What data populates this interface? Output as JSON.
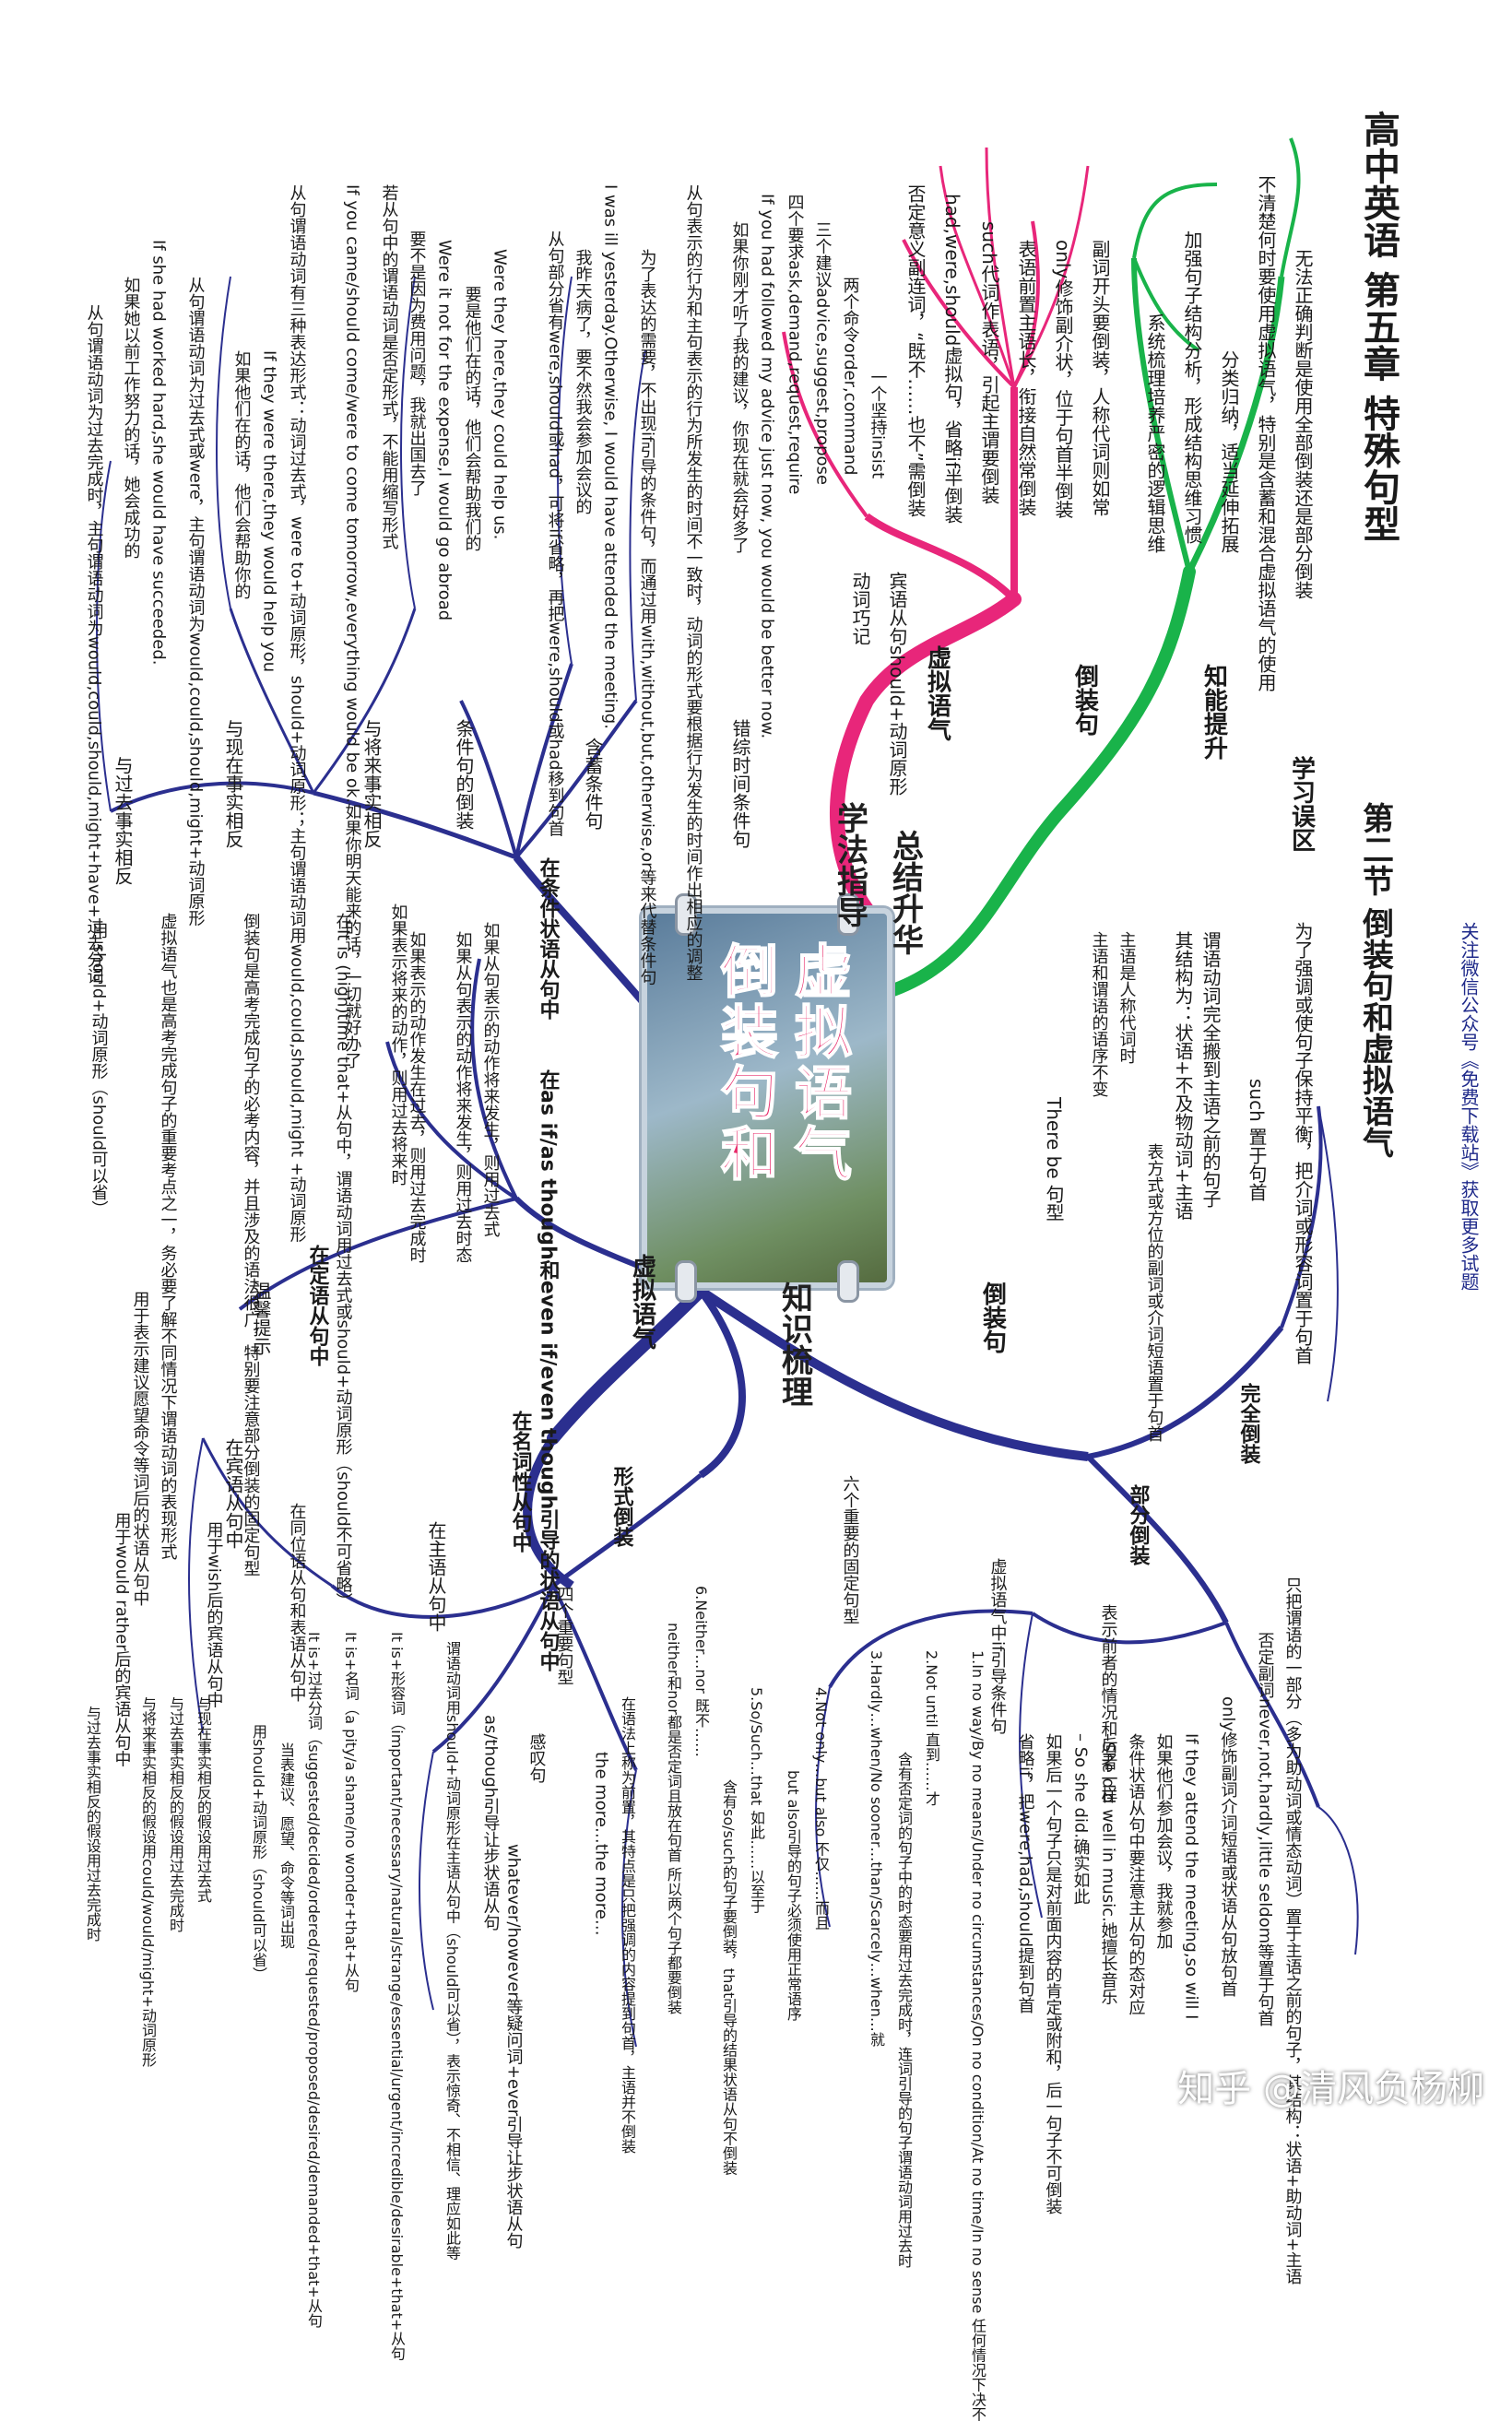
{
  "header": {
    "main_title": "高中英语 第五章 特殊句型",
    "section": "第二节 倒装句和虚拟语气",
    "notice": "关注微信公众号《免费下载站》获取更多试题"
  },
  "center": {
    "title_line1": "倒装句和",
    "title_line2": "虚拟语气"
  },
  "main_branches": {
    "summary": "总结升华",
    "method": "学法指导",
    "knowledge": "知识梳理"
  },
  "learning_area": {
    "label": "学习误区",
    "text1": "无法正确判断是使用全部倒装还是部分倒装",
    "text2": "不清楚何时要使用虚拟语气，特别是含蓄和混合虚拟语气的使用"
  },
  "skill": {
    "label": "知能提升",
    "text1": "加强句子结构分析，形成结构思维习惯",
    "text2": "分类归纳，适当延伸拓展",
    "text3": "系统梳理培养严密的逻辑思维"
  },
  "inversion_method": {
    "label": "倒装句",
    "items": [
      "副词开头要倒装，人称代词则如常",
      "only修饰副介状，位于句首半倒装",
      "表语前置主语长，衔接自然常倒装",
      "such代词作表语，引起主谓要倒装",
      "had,were,should虚拟句，省略if半倒装",
      "否定意义副连词，“既不……也不”需倒装"
    ]
  },
  "subjunctive_method": {
    "label": "虚拟语气",
    "leaf1": "宾语从句should+动词原形",
    "leaf1b": "动词巧记",
    "group1": [
      "一个坚持insist",
      "两个命令order,command",
      "三个建议advice,suggest,propose",
      "四个要求ask,demand,request,require"
    ],
    "leaf2": "错综时间条件句",
    "text2": [
      "If you had followed my advice just now, you would be better now.",
      "如果你刚才听了我的建议，你现在就会好多了",
      "从句表示的行为和主句表示的行为所发生的时间不一致时，动词的形式要根据行为发生的时间作出相应的调整"
    ],
    "leaf3": "含蓄条件句",
    "text3": [
      "为了表达的需要，不出现if引导的条件句，而通过用with,without,but,otherwise,or等来代替条件句",
      "I was ill yesterday.Otherwise, I would have attended the meeting.",
      "我昨天病了，要不然我会参加会议的",
      "从句部分省有were,should或had，可将if省略，再把were,should或had移到句首"
    ],
    "leaf4": "条件句的倒装",
    "text4": [
      "Were they here,they could help us.",
      "要是他们在的话，他们会帮助我们的",
      "Were it not for the expense,I would go abroad",
      "要不是因为费用问题，我就出国去了",
      "若从句中的谓语动词是否定形式，不能用缩写形式"
    ],
    "leaf5": "与将来事实相反",
    "text5": [
      "If you came/should come/were to come tomorrow,everything would be ok.如果你明天能来的话，一切就好办了",
      "从句谓语动词有三种表达形式：动词过去式，were to+动词原形，should+动词原形；主句谓语动词用would,could,should,might +动词原形"
    ],
    "leaf6": "与现在事实相反",
    "text6": [
      "If they were there,they would help you",
      "如果他们在的话，他们会帮助你的",
      "从句谓语动词为过去式或were，主句谓语动词为would,could,should,might+动词原形"
    ],
    "leaf7": "与过去事实相反",
    "text7": [
      "If she had worked hard,she would have succeeded.",
      "如果她以前工作努力的话，她会成功的",
      "从句谓语动词为过去完成时，主句谓语动词为would,could,should,might+have+过去分词"
    ]
  },
  "summary": {
    "intro": "为了强调或使句子保持平衡，把介词或形容词置于句首",
    "line2": "谓语动词完全搬到主语之前的句子",
    "line3": "其结构为：状语+不及物动词+主语",
    "line4": "主语是人称代词时",
    "line5": "主语和谓语的语序不变",
    "such": "such 置于句首",
    "there": "There be 句型",
    "method": "表方式或方位的副词或介词短语置于句首",
    "inversion": "倒装句",
    "full": "完全倒装",
    "partial": "部分倒装",
    "partial_intro": "只把谓语的一部分（多为助动词或情态动词）置于主语之前的句子，其结构：状语+助动词+主语"
  },
  "partial_items": {
    "neg": "否定副词never,not,hardly,little seldom等置于句首",
    "only": "only修饰副词介词短语或状语从句放句首",
    "if_they": "If they attend the meeting,so will I",
    "if_they_cn": "如果他们参加会议，我就参加",
    "cond": "条件状语从句中要注意主从句的态对应",
    "she_did": "–She did well in music.她擅长音乐",
    "so_she": "– So she did.确实如此",
    "express": "表示前者的情况和后者一样",
    "subj_if": "虚拟语气中if引导条件句",
    "subj_if_text": "如果后一个句子只是对前面内容的肯定或附和，后一句子不可倒装",
    "omit": "省略if，把were,had,should提到句首",
    "six": "六个重要的固定句型",
    "fixed": [
      "1.In no way/By no means/Under no circumstances/On no condition/At no time/In no sense 任何情况下决不",
      "2.Not until 直到……才",
      "含有否定词的句子中的时态要用过去完成时，连词引导的句子谓语动词用过去时",
      "3.Hardly…when/No sooner…than/Scarcely…when…就",
      "4.Not only…but also 不仅……而且",
      "but also引导的句子必须使用正常语序",
      "5.So/Such…that 如此……以至于",
      "含有so/such的句子要倒装，that引导的结果状语从句不倒装",
      "6.Neither…nor 既不……",
      "neither和nor都是否定词且放在句首 所以两个句子都要倒装"
    ]
  },
  "formal": {
    "label": "形式倒装",
    "four": "四个重要句型",
    "the_more": "the more…the more…",
    "the_more_cn": "在语法上称为前置，其特点是只把强调的内容提到句首，主语并不倒装",
    "though": "as/though引导让步状语从句",
    "exclam": "感叹句",
    "whatever": "whatever/however等疑问词+ever引导让步状语从句"
  },
  "subjunctive_knowledge": {
    "label": "虚拟语气",
    "noun_clause": "在名词性从句中",
    "subject": "在主语从句中",
    "subj_items": [
      "It is+形容词（important/necessary/natural/strange/essential/urgent/incredible/desirable+that+从句",
      "谓语动词用should+动词原形在主语从句中（should可以省），表示惊奇、不相信、理应如此等",
      "It is+名词（a pity/a shame/no wonder+that+从句",
      "It is+过去分词（suggested/decided/ordered/requested/proposed/desired/demanded+that+从句",
      "用should+动词原形（should可以省）",
      "当表建议、愿望、命令等词出现"
    ],
    "appos": "在同位语从句和表语从句中",
    "object": "在宾语从句中",
    "wish": "用于wish后的宾语从句中",
    "wish_items": [
      "与现在事实相反的假设用过去式",
      "与过去事实相反的假设用过去完成时",
      "与将来事实相反的假设用could/would/might+动词原形"
    ],
    "rather": "用于would rather后的宾语从句中",
    "rather_items": [
      "与过去事实相反的假设用过去完成时"
    ],
    "suggest": "用于表示建议愿望命令等词后的状语从句中",
    "suggest_text": "用 should+动词原形（should可以省）",
    "reminder": "温馨提示",
    "reminder_text": "虚拟语气也是高考完成句子的重要考点之一，务必要了解不同情况下谓语动词的表现形式",
    "as_if": "在as if/as though和even if/even though引导的状语从句中",
    "as_if_text1": "如果从句表示的动作将来发生，则用过去时态",
    "as_if_text2": "如果表示的动作发生在过去，则用过去完成时",
    "it_is_time": "在It is (high)time that+从句中，谓语动词用过去式或should+动词原形（should不可省略）",
    "it_is_time2": "倒装句是高考完成句子的必考内容，并且涉及的语法很广，特别要注意部分倒装的固定句型",
    "attributive": "在定语从句中",
    "conditional": "在条件状语从句中",
    "cond_text": "如果从句表示的动作将来发生，则用过去式",
    "cond_text2": "如果表示将来的动作，则用过去将来时"
  },
  "watermark": "知乎 @清风负杨柳",
  "colors": {
    "blue_branch": "#2b2f8f",
    "green_branch": "#19b34a",
    "pink_branch": "#e8267a",
    "title_pink": "#e82a6a"
  }
}
